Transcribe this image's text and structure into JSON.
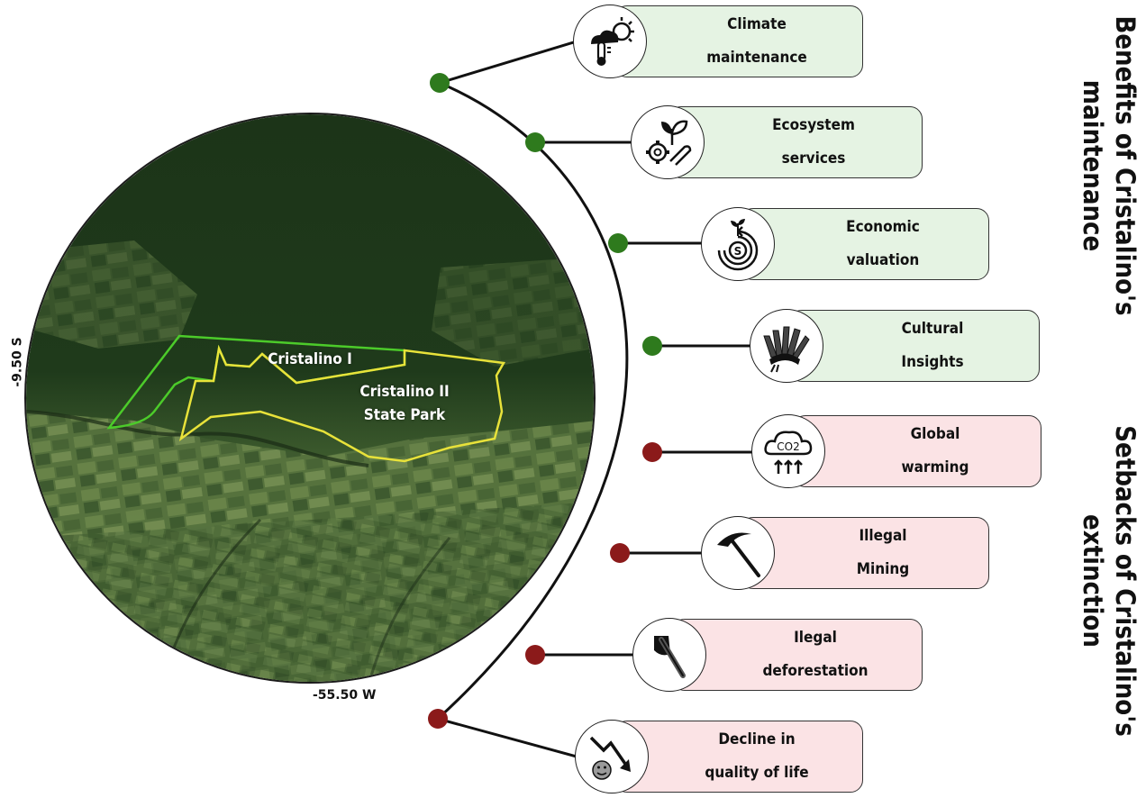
{
  "map": {
    "labels": {
      "cristalino1": "Cristalino I",
      "cristalino2": "Cristalino II\nState Park"
    },
    "lat_label": "-9.50 S",
    "lon_label": "-55.50 W"
  },
  "colors": {
    "benefit_dot": "#2e7a1d",
    "setback_dot": "#8b1a1a",
    "benefit_box": "#e5f3e3",
    "setback_box": "#fbe3e5",
    "cristalino1_outline": "#4ccb2a",
    "cristalino2_outline": "#e8e23a"
  },
  "benefits": {
    "title": "Benefits of Cristalino's\nmaintenance",
    "items": [
      {
        "label": "Climate\nmaintenance",
        "icon": "weather-thermometer-icon"
      },
      {
        "label": "Ecosystem\nservices",
        "icon": "plant-gear-icon"
      },
      {
        "label": "Economic\nvaluation",
        "icon": "money-growth-icon"
      },
      {
        "label": "Cultural\nInsights",
        "icon": "feather-headdress-icon"
      }
    ]
  },
  "setbacks": {
    "title": "Setbacks of Cristalino's\nextinction",
    "items": [
      {
        "label": "Global\nwarming",
        "icon": "co2-cloud-icon",
        "icon_text": "CO2"
      },
      {
        "label": "Illegal\nMining",
        "icon": "pickaxe-icon"
      },
      {
        "label": "Ilegal\ndeforestation",
        "icon": "axe-icon"
      },
      {
        "label": "Decline in\nquality of life",
        "icon": "declining-arrow-face-icon"
      }
    ]
  }
}
